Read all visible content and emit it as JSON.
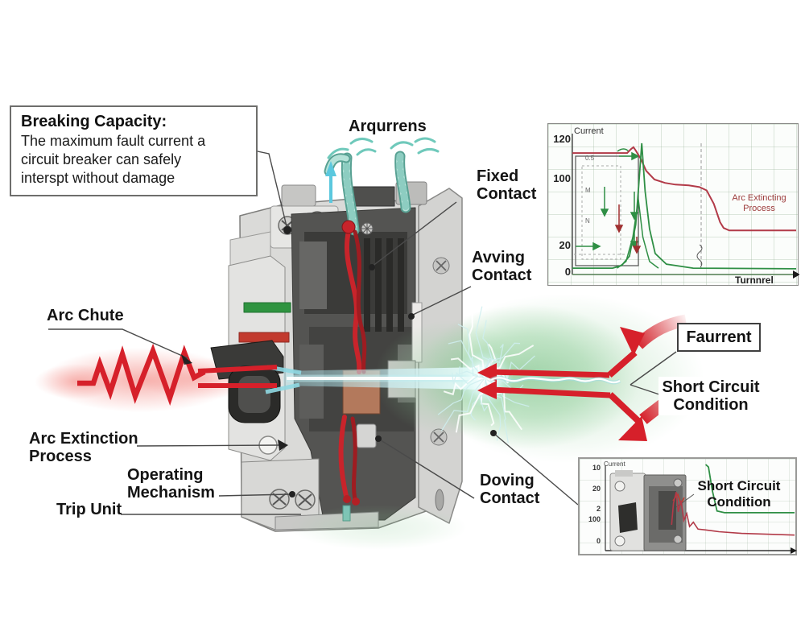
{
  "info_box": {
    "title": "Breaking Capacity:",
    "body": "The maximum fault current a\ncircuit breaker can safely\ninterspt without damage"
  },
  "labels": {
    "terminals": "Arqurrens",
    "fixed_contact": "Fixed\nContact",
    "arcing_contact": "Avving\nContact",
    "moving_contact": "Doving\nContact",
    "arc_chute": "Arc Chute",
    "arc_extinction": "Arc Extinction\nProcess",
    "operating_mechanism": "Operating\nMechanism",
    "trip_unit": "Trip Unit",
    "fault_current": "Faurrent",
    "short_circuit": "Short Circuit\nCondition"
  },
  "colors": {
    "arc_red": "#d6202a",
    "glow_green": "#7fbf8f",
    "wire_teal": "#b5e2d8",
    "beam_cyan": "#bfeef2",
    "curve_red": "#b23a48",
    "curve_green": "#2f8f45",
    "annotation_red": "#9c3a3a"
  },
  "chart_data": [
    {
      "type": "line",
      "title": "Current",
      "ylabel": "Current",
      "xlabel": "Turnnrel",
      "yticks": [
        "120",
        "100",
        "20",
        "0"
      ],
      "inner_labels": [
        "0.5",
        "M",
        "N"
      ],
      "annotation": "Arc Extincting Process",
      "ylim": [
        0,
        125
      ],
      "grid": true,
      "legend": "none",
      "series": [
        {
          "name": "fault-current",
          "color": "#b23a48",
          "x": [
            0,
            0.22,
            0.245,
            0.262,
            0.273,
            0.285,
            0.306,
            0.33,
            0.367,
            0.414,
            0.46,
            0.52,
            0.568,
            0.6,
            0.632,
            0.66,
            0.676,
            0.701,
            1.0
          ],
          "y": [
            113,
            113,
            113,
            115,
            116,
            114,
            110,
            104,
            99,
            95,
            93,
            92,
            90,
            86,
            70,
            48,
            41,
            38,
            38
          ]
        },
        {
          "name": "arc-current",
          "color": "#2f8f45",
          "x": [
            0,
            0.18,
            0.22,
            0.255,
            0.283,
            0.296,
            0.31,
            0.325,
            0.345,
            0.37,
            0.42,
            0.54,
            1.0
          ],
          "y": [
            3,
            3,
            5,
            12,
            45,
            90,
            118,
            85,
            40,
            14,
            6,
            3,
            2.5
          ]
        },
        {
          "name": "arc-current-inner",
          "color": "#2f8f45",
          "x": [
            0.2,
            0.24,
            0.27,
            0.295,
            0.315,
            0.345,
            0.385
          ],
          "y": [
            3,
            8,
            30,
            75,
            30,
            8,
            3
          ]
        }
      ]
    },
    {
      "type": "line",
      "ylabel": "Current",
      "yticks": [
        "10",
        "20",
        "2",
        "100",
        "0"
      ],
      "annotation": "Short Circuit Condition",
      "ylim": [
        0,
        100
      ],
      "grid": true,
      "legend": "none",
      "series": [
        {
          "name": "interrupted-current",
          "color": "#2f8f45",
          "x": [
            0.53,
            0.545,
            0.565,
            0.59,
            0.63,
            1.0
          ],
          "y": [
            100,
            97,
            70,
            46,
            44,
            44
          ]
        },
        {
          "name": "fault-current",
          "color": "#b23a48",
          "x": [
            0.35,
            0.36,
            0.375,
            0.385,
            0.4,
            0.415,
            0.43,
            0.445,
            0.465,
            0.49,
            0.53,
            0.6,
            0.72,
            1.0
          ],
          "y": [
            30,
            55,
            68,
            45,
            58,
            35,
            43,
            28,
            33,
            25,
            24,
            22,
            20,
            18
          ]
        }
      ]
    }
  ]
}
